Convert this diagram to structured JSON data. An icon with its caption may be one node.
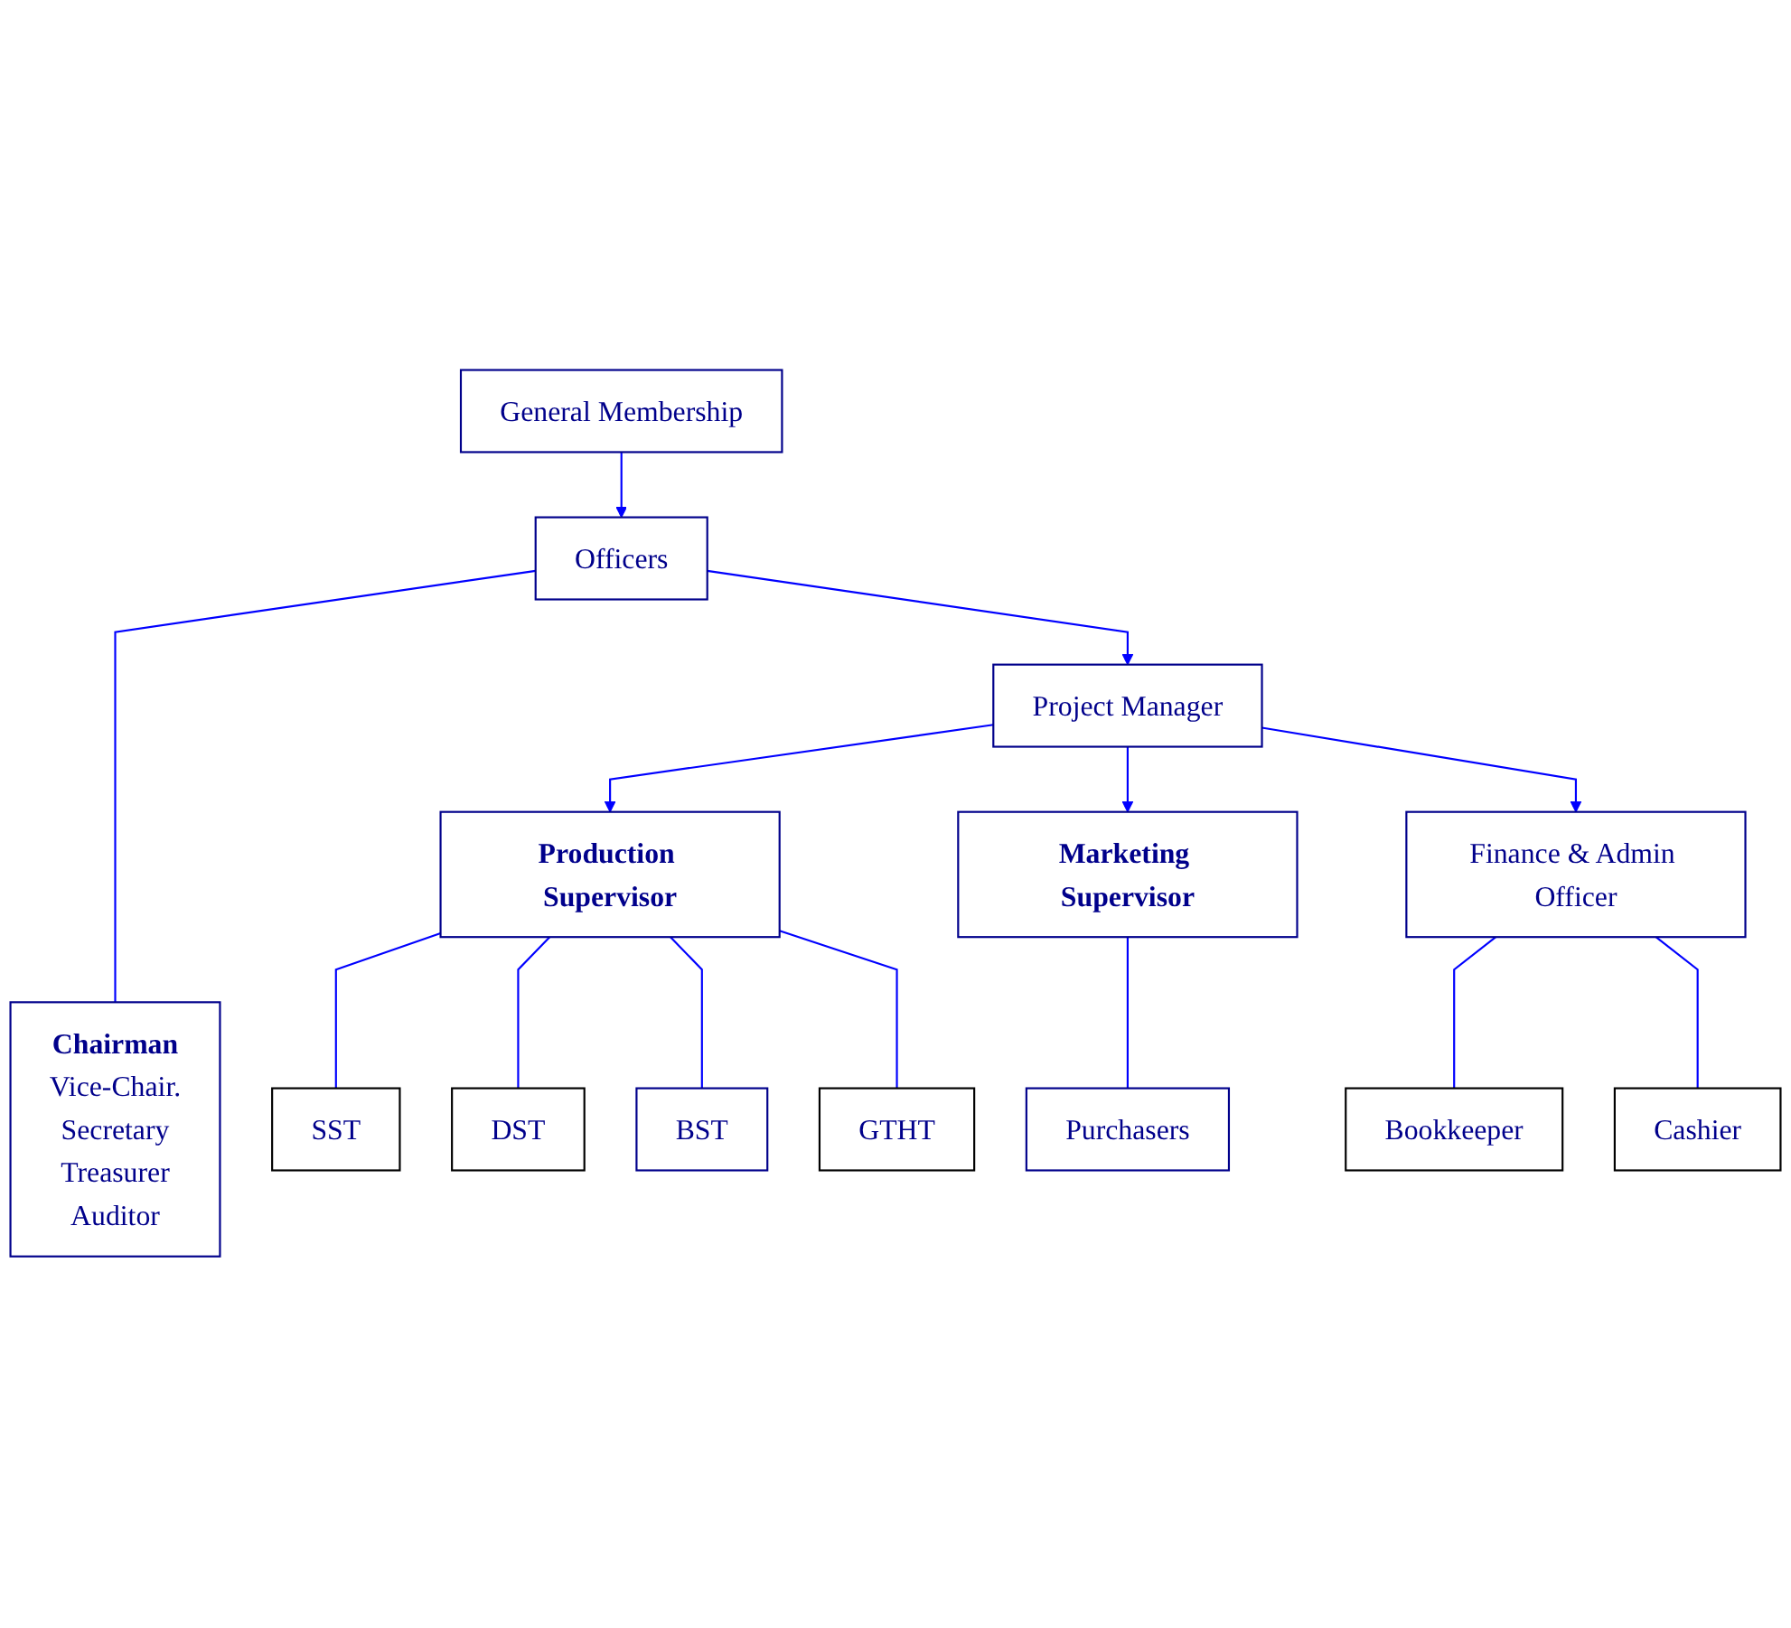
{
  "diagram": {
    "nodes": [
      {
        "text": [
          "General Membership"
        ]
      },
      {
        "text": [
          "Officers"
        ]
      },
      {
        "text": [
          "Chairman",
          "Vice-Chair.",
          "Secretary",
          "Treasurer",
          "Auditor"
        ]
      },
      {
        "text": [
          "Project Manager"
        ]
      },
      {
        "text": [
          "Production Supervisor"
        ]
      },
      {
        "text": [
          "Marketing Supervisor"
        ]
      },
      {
        "text": [
          "Finance & Admin Officer"
        ]
      },
      {
        "text": [
          "SST"
        ]
      },
      {
        "text": [
          "DST"
        ]
      },
      {
        "text": [
          "BST"
        ]
      },
      {
        "text": [
          "GTHT"
        ]
      },
      {
        "text": [
          "Purchasers"
        ]
      },
      {
        "text": [
          "Bookkeeper"
        ]
      },
      {
        "text": [
          "Cashier"
        ]
      }
    ],
    "edges": [
      {
        "from": 0,
        "to": 1,
        "arrow": "to"
      },
      {
        "from": 1,
        "to": 2,
        "arrow": "none"
      },
      {
        "from": 1,
        "to": 3,
        "arrow": "to"
      },
      {
        "from": 3,
        "to": 4,
        "arrow": "to"
      },
      {
        "from": 3,
        "to": 5,
        "arrow": "to"
      },
      {
        "from": 3,
        "to": 6,
        "arrow": "to"
      },
      {
        "from": 4,
        "to": 7,
        "arrow": "none"
      },
      {
        "from": 4,
        "to": 8,
        "arrow": "none"
      },
      {
        "from": 4,
        "to": 9,
        "arrow": "none"
      },
      {
        "from": 4,
        "to": 10,
        "arrow": "none"
      },
      {
        "from": 5,
        "to": 11,
        "arrow": "none"
      },
      {
        "from": 6,
        "to": 12,
        "arrow": "none"
      },
      {
        "from": 6,
        "to": 13,
        "arrow": "none"
      }
    ]
  }
}
